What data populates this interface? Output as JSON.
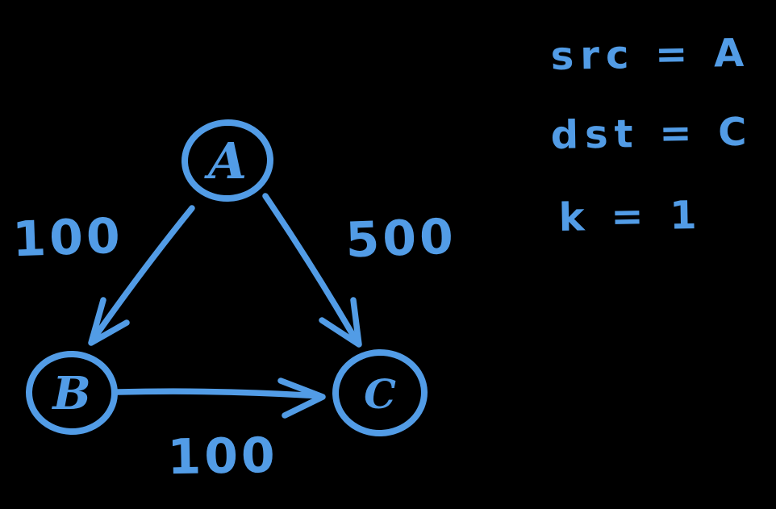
{
  "canvas": {
    "background": "#000000",
    "ink": "#529ce6"
  },
  "diagram": {
    "type": "directed-graph",
    "nodes": [
      {
        "id": "A",
        "label": "A"
      },
      {
        "id": "B",
        "label": "B"
      },
      {
        "id": "C",
        "label": "C"
      }
    ],
    "edges": [
      {
        "from": "A",
        "to": "B",
        "weight": "100"
      },
      {
        "from": "A",
        "to": "C",
        "weight": "500"
      },
      {
        "from": "B",
        "to": "C",
        "weight": "100"
      }
    ]
  },
  "annotations": {
    "lines": [
      {
        "text": "src = A"
      },
      {
        "text": "dst = C"
      },
      {
        "text": "k = 1"
      }
    ]
  }
}
